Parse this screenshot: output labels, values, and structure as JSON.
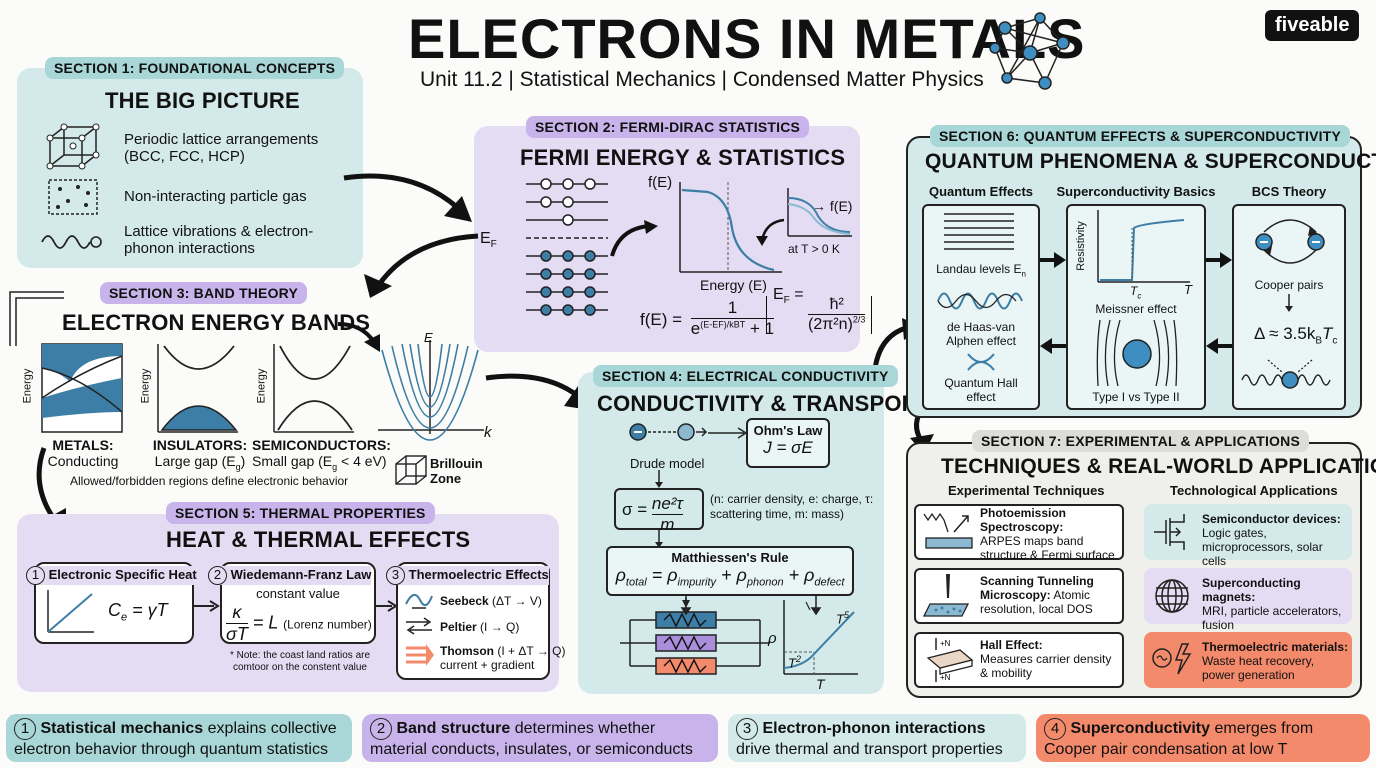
{
  "header": {
    "title": "ELECTRONS IN METALS",
    "subtitle": "Unit 11.2 | Statistical Mechanics | Condensed Matter Physics",
    "brand": "fiveable",
    "icon": "network-icon"
  },
  "s1": {
    "tag": "SECTION 1: FOUNDATIONAL CONCEPTS",
    "title": "THE BIG PICTURE",
    "items": [
      {
        "icon": "lattice-icon",
        "text": "Periodic lattice arrangements (BCC, FCC, HCP)"
      },
      {
        "icon": "particle-gas-icon",
        "text": "Non-interacting particle gas"
      },
      {
        "icon": "wave-icon",
        "text": "Lattice vibrations & electron-phonon interactions"
      }
    ]
  },
  "s2": {
    "tag": "SECTION 2: FERMI-DIRAC STATISTICS",
    "title": "FERMI ENERGY & STATISTICS",
    "ef": "E",
    "ef_sub": "F",
    "f_label": "f(E)",
    "energy_label": "Energy (E)",
    "inset_label": "f(E)",
    "inset_caption": "at T > 0 K",
    "formula1_lhs": "f(E) =",
    "formula1_num": "1",
    "formula1_den": "e",
    "formula1_exp": "(E-E",
    "formula1_exp2": ")/k",
    "formula1_exp3": "T",
    "formula1_den_tail": " + 1",
    "formula2_lhs": "E",
    "formula2_sub": "F",
    "formula2_num": "ħ²",
    "formula2_den": "(2π²n)",
    "formula2_exp": "2/3",
    "eq": " ="
  },
  "s3": {
    "tag": "SECTION 3: BAND THEORY",
    "title": "ELECTRON ENERGY BANDS",
    "energy": "Energy",
    "metals": "METALS:",
    "metals_desc": "Conducting",
    "insulators": "INSULATORS:",
    "insulators_desc": "Large gap (E",
    "gap_sub": "g",
    "insulators_close": ")",
    "semis": "SEMICONDUCTORS:",
    "semis_desc": "Small gap (E",
    "semis_close": " < 4 eV)",
    "footer": "Allowed/forbidden regions define electronic behavior",
    "e_axis": "E",
    "k_axis": "k",
    "bz1": "Brillouin",
    "bz2": "Zone"
  },
  "s4": {
    "tag": "SECTION 4: ELECTRICAL CONDUCTIVITY",
    "title": "CONDUCTIVITY & TRANSPORT",
    "drude": "Drude model",
    "ohm_title": "Ohm's Law",
    "ohm_eq": "J = σE",
    "sigma_lhs": "σ =",
    "sigma_num": "ne²τ",
    "sigma_den": "m",
    "sigma_note": "(n: carrier density, e: charge, τ: scattering time, m: mass)",
    "matt_title": "Matthiessen's Rule",
    "matt_eq1": "ρ",
    "matt_total": "total",
    "matt_eq2": " = ρ",
    "matt_imp": "impurity",
    "matt_eq3": " + ρ",
    "matt_ph": "phonon",
    "matt_eq4": " + ρ",
    "matt_def": "defect",
    "rho": "ρ",
    "T": "T",
    "T5": "T",
    "T5sup": "5",
    "T2": "T",
    "T2sup": "2"
  },
  "s5": {
    "tag": "SECTION 5: THERMAL PROPERTIES",
    "title": "HEAT & THERMAL EFFECTS",
    "c1_num": "1",
    "c1_title": "Electronic Specific Heat",
    "c1_eq": "C",
    "c1_sub": "e",
    "c1_rhs": " = γT",
    "c2_num": "2",
    "c2_title": "Wiedemann-Franz Law",
    "c2_sub": "constant value",
    "c2_num_k": "κ",
    "c2_den": "σT",
    "c2_rhs": "= L",
    "c2_paren": "(Lorenz number)",
    "c2_note": "* Note: the coast land ratios are comtoor on the constent value",
    "c3_num": "3",
    "c3_title": "Thermoelectric Effects",
    "seebeck": "Seebeck",
    "seebeck_d": "(ΔT → V)",
    "peltier": "Peltier",
    "peltier_d": "(I → Q)",
    "thomson": "Thomson",
    "thomson_d": "(I + ΔT → Q)",
    "thomson_d2": "current + gradient"
  },
  "s6": {
    "tag": "SECTION 6: QUANTUM EFFECTS & SUPERCONDUCTIVITY",
    "title": "QUANTUM PHENOMENA & SUPERCONDUCTIVITY",
    "col1": "Quantum Effects",
    "col2": "Superconductivity Basics",
    "col3": "BCS Theory",
    "landau": "Landau levels E",
    "landau_sub": "n",
    "dhva": "de Haas-van Alphen effect",
    "qhall": "Quantum Hall effect",
    "resistivity": "Resistivity",
    "tc": "T",
    "tc_sub": "c",
    "t_axis": "T",
    "meissner": "Meissner effect",
    "types": "Type I vs Type II",
    "cooper": "Cooper pairs",
    "delta": "Δ ≈ 3.5k",
    "delta_sub": "B",
    "delta_t": "T",
    "delta_tsub": "c"
  },
  "s7": {
    "tag": "SECTION 7: EXPERIMENTAL & APPLICATIONS",
    "title": "TECHNIQUES & REAL-WORLD APPLICATIONS",
    "col1": "Experimental Techniques",
    "col2": "Technological Applications",
    "tech": [
      {
        "icon": "photoemission-icon",
        "title": "Photoemission Spectroscopy:",
        "desc": "ARPES maps band structure & Fermi surface"
      },
      {
        "icon": "stm-icon",
        "title": "Scanning Tunneling Microscopy:",
        "desc": "Atomic resolution, local DOS"
      },
      {
        "icon": "hall-effect-icon",
        "title": "Hall Effect:",
        "desc": "Measures carrier density & mobility"
      }
    ],
    "apps": [
      {
        "icon": "transistor-icon",
        "title": "Semiconductor devices:",
        "desc": "Logic gates, microprocessors, solar cells",
        "color": "#d4eaea"
      },
      {
        "icon": "magnet-coil-icon",
        "title": "Superconducting magnets:",
        "desc": "MRI, particle accelerators, fusion",
        "color": "#e4dcf3"
      },
      {
        "icon": "thermoelectric-icon",
        "title": "Thermoelectric materials:",
        "desc": "Waste heat recovery, power generation",
        "color": "#f48a6c"
      }
    ]
  },
  "footer": [
    {
      "num": "1",
      "bold": "Statistical mechanics",
      "rest": " explains collective electron behavior through quantum statistics",
      "color": "#a9d6d6"
    },
    {
      "num": "2",
      "bold": "Band structure",
      "rest": " determines whether material conducts, insulates, or semiconducts",
      "color": "#c8b4ea"
    },
    {
      "num": "3",
      "bold": "Electron-phonon interactions",
      "rest": " drive thermal and transport properties",
      "color": "#d4eaea"
    },
    {
      "num": "4",
      "bold": "Superconductivity",
      "rest": " emerges from Cooper pair condensation at low T",
      "color": "#f48a6c"
    }
  ],
  "colors": {
    "teal": "#2a6f97",
    "lavender": "#c8b4ea",
    "teal_bg": "#d4eaea",
    "coral": "#f48a6c"
  }
}
